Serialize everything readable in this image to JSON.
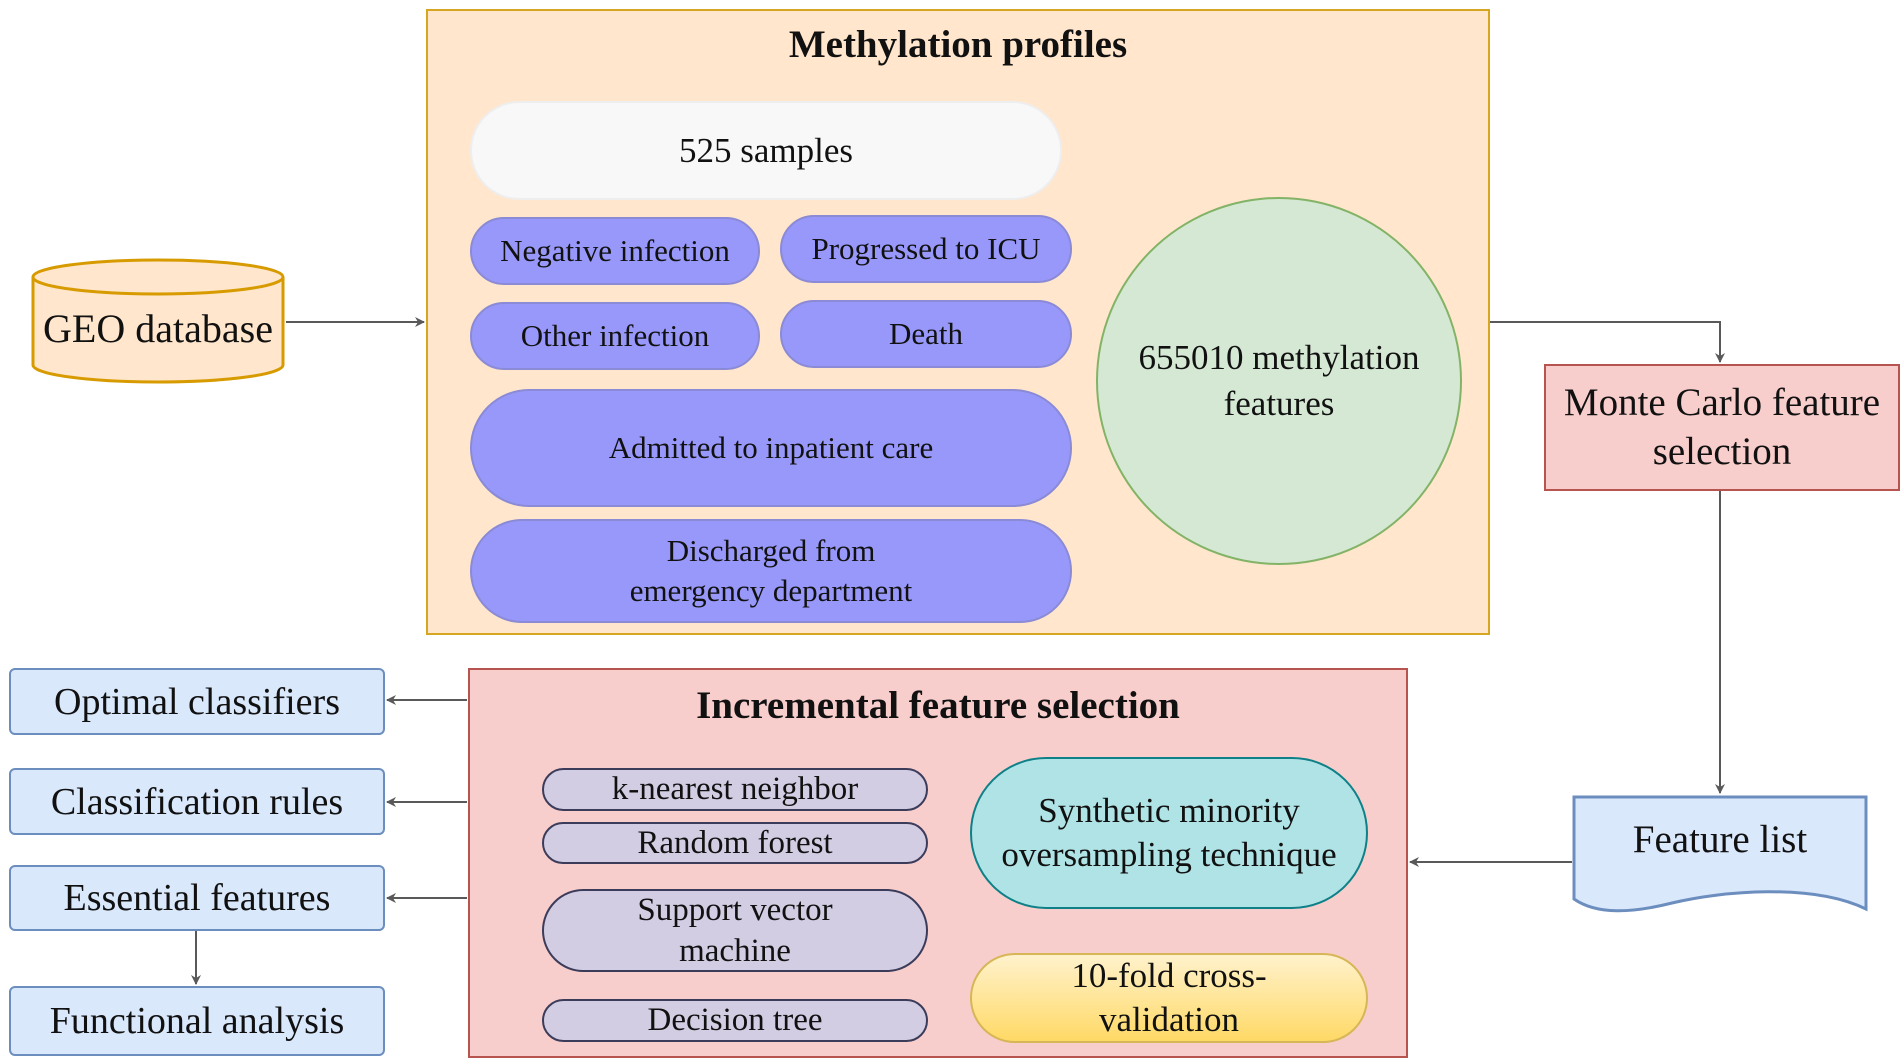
{
  "nodes": {
    "geo_database": "GEO database",
    "methylation_profiles": {
      "title": "Methylation profiles",
      "samples": "525 samples",
      "categories": [
        "Negative infection",
        "Progressed to ICU",
        "Other infection",
        "Death",
        "Admitted to inpatient care",
        "Discharged from emergency department"
      ],
      "features": "655010 methylation features"
    },
    "monte_carlo": "Monte Carlo feature selection",
    "feature_list": "Feature list",
    "incremental": {
      "title": "Incremental feature selection",
      "classifiers": [
        "k-nearest neighbor",
        "Random forest",
        "Support vector machine",
        "Decision tree"
      ],
      "smote": "Synthetic minority oversampling technique",
      "cv": "10-fold cross-validation"
    },
    "outputs": [
      "Optimal classifiers",
      "Classification rules",
      "Essential features",
      "Functional analysis"
    ]
  },
  "colors": {
    "profiles_fill": "#ffe6cc",
    "profiles_border": "#d6a620",
    "category_fill": "#9898fa",
    "features_fill": "#d5e8d4",
    "features_border": "#82b366",
    "red_fill": "#f8cecc",
    "red_border": "#b85450",
    "blue_fill": "#dae8fc",
    "blue_border": "#6c8ebf",
    "smote_fill": "#b0e3e6",
    "smote_border": "#0e8088",
    "cv_fill": "#fff2cc",
    "cv_border": "#d6b656",
    "algo_fill": "#d2cde3",
    "arrow": "#595959"
  }
}
